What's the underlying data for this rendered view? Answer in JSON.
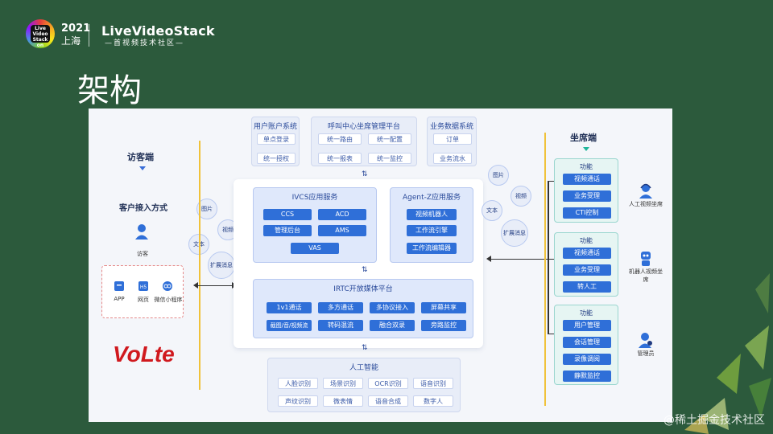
{
  "header": {
    "badge_text": "Live Video Stack on",
    "year": "2021",
    "city": "上海",
    "brand": "LiveVideoStack",
    "brand_sub": "—首视频技术社区—"
  },
  "title": "架构",
  "visitor": {
    "heading": "访客端",
    "access_heading": "客户接入方式",
    "visitor_label": "访客",
    "channels": [
      {
        "label": "APP",
        "icon": "app-icon"
      },
      {
        "label": "网页",
        "icon": "web-icon"
      },
      {
        "label": "微信小程序",
        "icon": "mini-program-icon"
      }
    ],
    "media": [
      "图片",
      "视频",
      "文本",
      "扩展消息"
    ],
    "volte": "VoLte"
  },
  "top_systems": [
    {
      "title": "用户账户系统",
      "items": [
        "单点登录",
        "统一授权"
      ]
    },
    {
      "title": "呼叫中心坐席管理平台",
      "items": [
        "统一路由",
        "统一配置",
        "统一报表",
        "统一监控"
      ]
    },
    {
      "title": "业务数据系统",
      "items": [
        "订单",
        "业务流水"
      ]
    }
  ],
  "ivcs": {
    "title": "IVCS应用服务",
    "items": [
      "CCS",
      "ACD",
      "管理后台",
      "AMS",
      "VAS"
    ]
  },
  "agentz": {
    "title": "Agent-Z应用服务",
    "items": [
      "视频机器人",
      "工作流引擎",
      "工作流编辑器"
    ]
  },
  "irtc": {
    "title": "IRTC开放媒体平台",
    "items": [
      "1v1通话",
      "多方通话",
      "多协议接入",
      "屏幕共享",
      "截图/音/视频流",
      "转码混流",
      "融合双录",
      "旁路监控"
    ]
  },
  "ai": {
    "title": "人工智能",
    "items": [
      "人脸识别",
      "场景识别",
      "OCR识别",
      "语音识别",
      "声纹识别",
      "微表情",
      "语音合成",
      "数字人"
    ]
  },
  "agent_side": {
    "heading": "坐席端",
    "media": [
      "图片",
      "视频",
      "文本",
      "扩展消息"
    ],
    "groups": [
      {
        "title": "功能",
        "items": [
          "视频通话",
          "业务受理",
          "CTI控制"
        ],
        "role": "人工视频坐席"
      },
      {
        "title": "功能",
        "items": [
          "视频通话",
          "业务受理",
          "转人工"
        ],
        "role": "机器人视频坐席"
      },
      {
        "title": "功能",
        "items": [
          "用户管理",
          "会话管理",
          "录像调阅",
          "静默监控"
        ],
        "role": "管理员"
      }
    ]
  },
  "watermark": "@稀土掘金技术社区",
  "colors": {
    "background": "#2c5a3c",
    "accent": "#2f6fd8",
    "divider": "#f0c23a"
  }
}
